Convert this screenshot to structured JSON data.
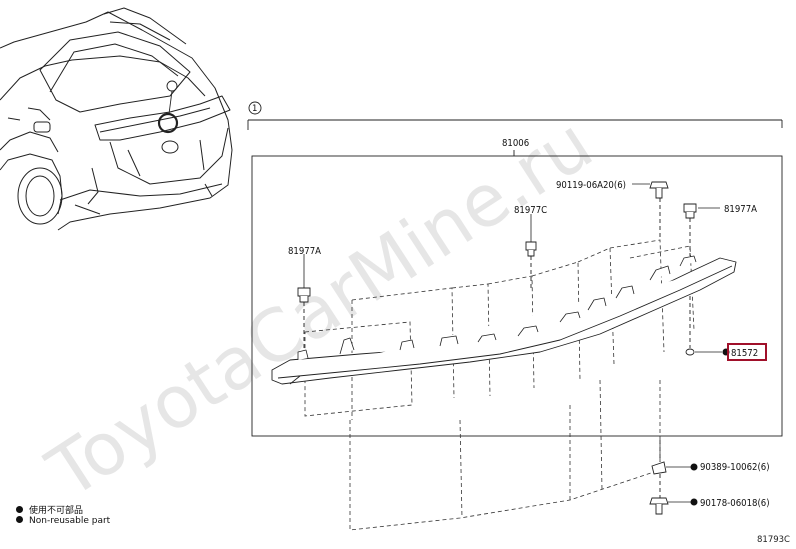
{
  "watermark": "ToyotaCarMine.ru",
  "ref_marker": "1",
  "assembly_label": "81006",
  "parts": {
    "p90119": "90119‑06A20(6)",
    "p81977c": "81977C",
    "p81977a_right": "81977A",
    "p81977a_left": "81977A",
    "p81572": "81572",
    "p90389": "90389‑10062(6)",
    "p90178": "90178‑06018(6)"
  },
  "legend": {
    "line1": "使用不可部品",
    "line2": "Non-reusable part"
  },
  "figure_code": "81793C",
  "colors": {
    "line": "#222222",
    "highlight": "#a0102a",
    "watermark": "#c8c8c8"
  }
}
